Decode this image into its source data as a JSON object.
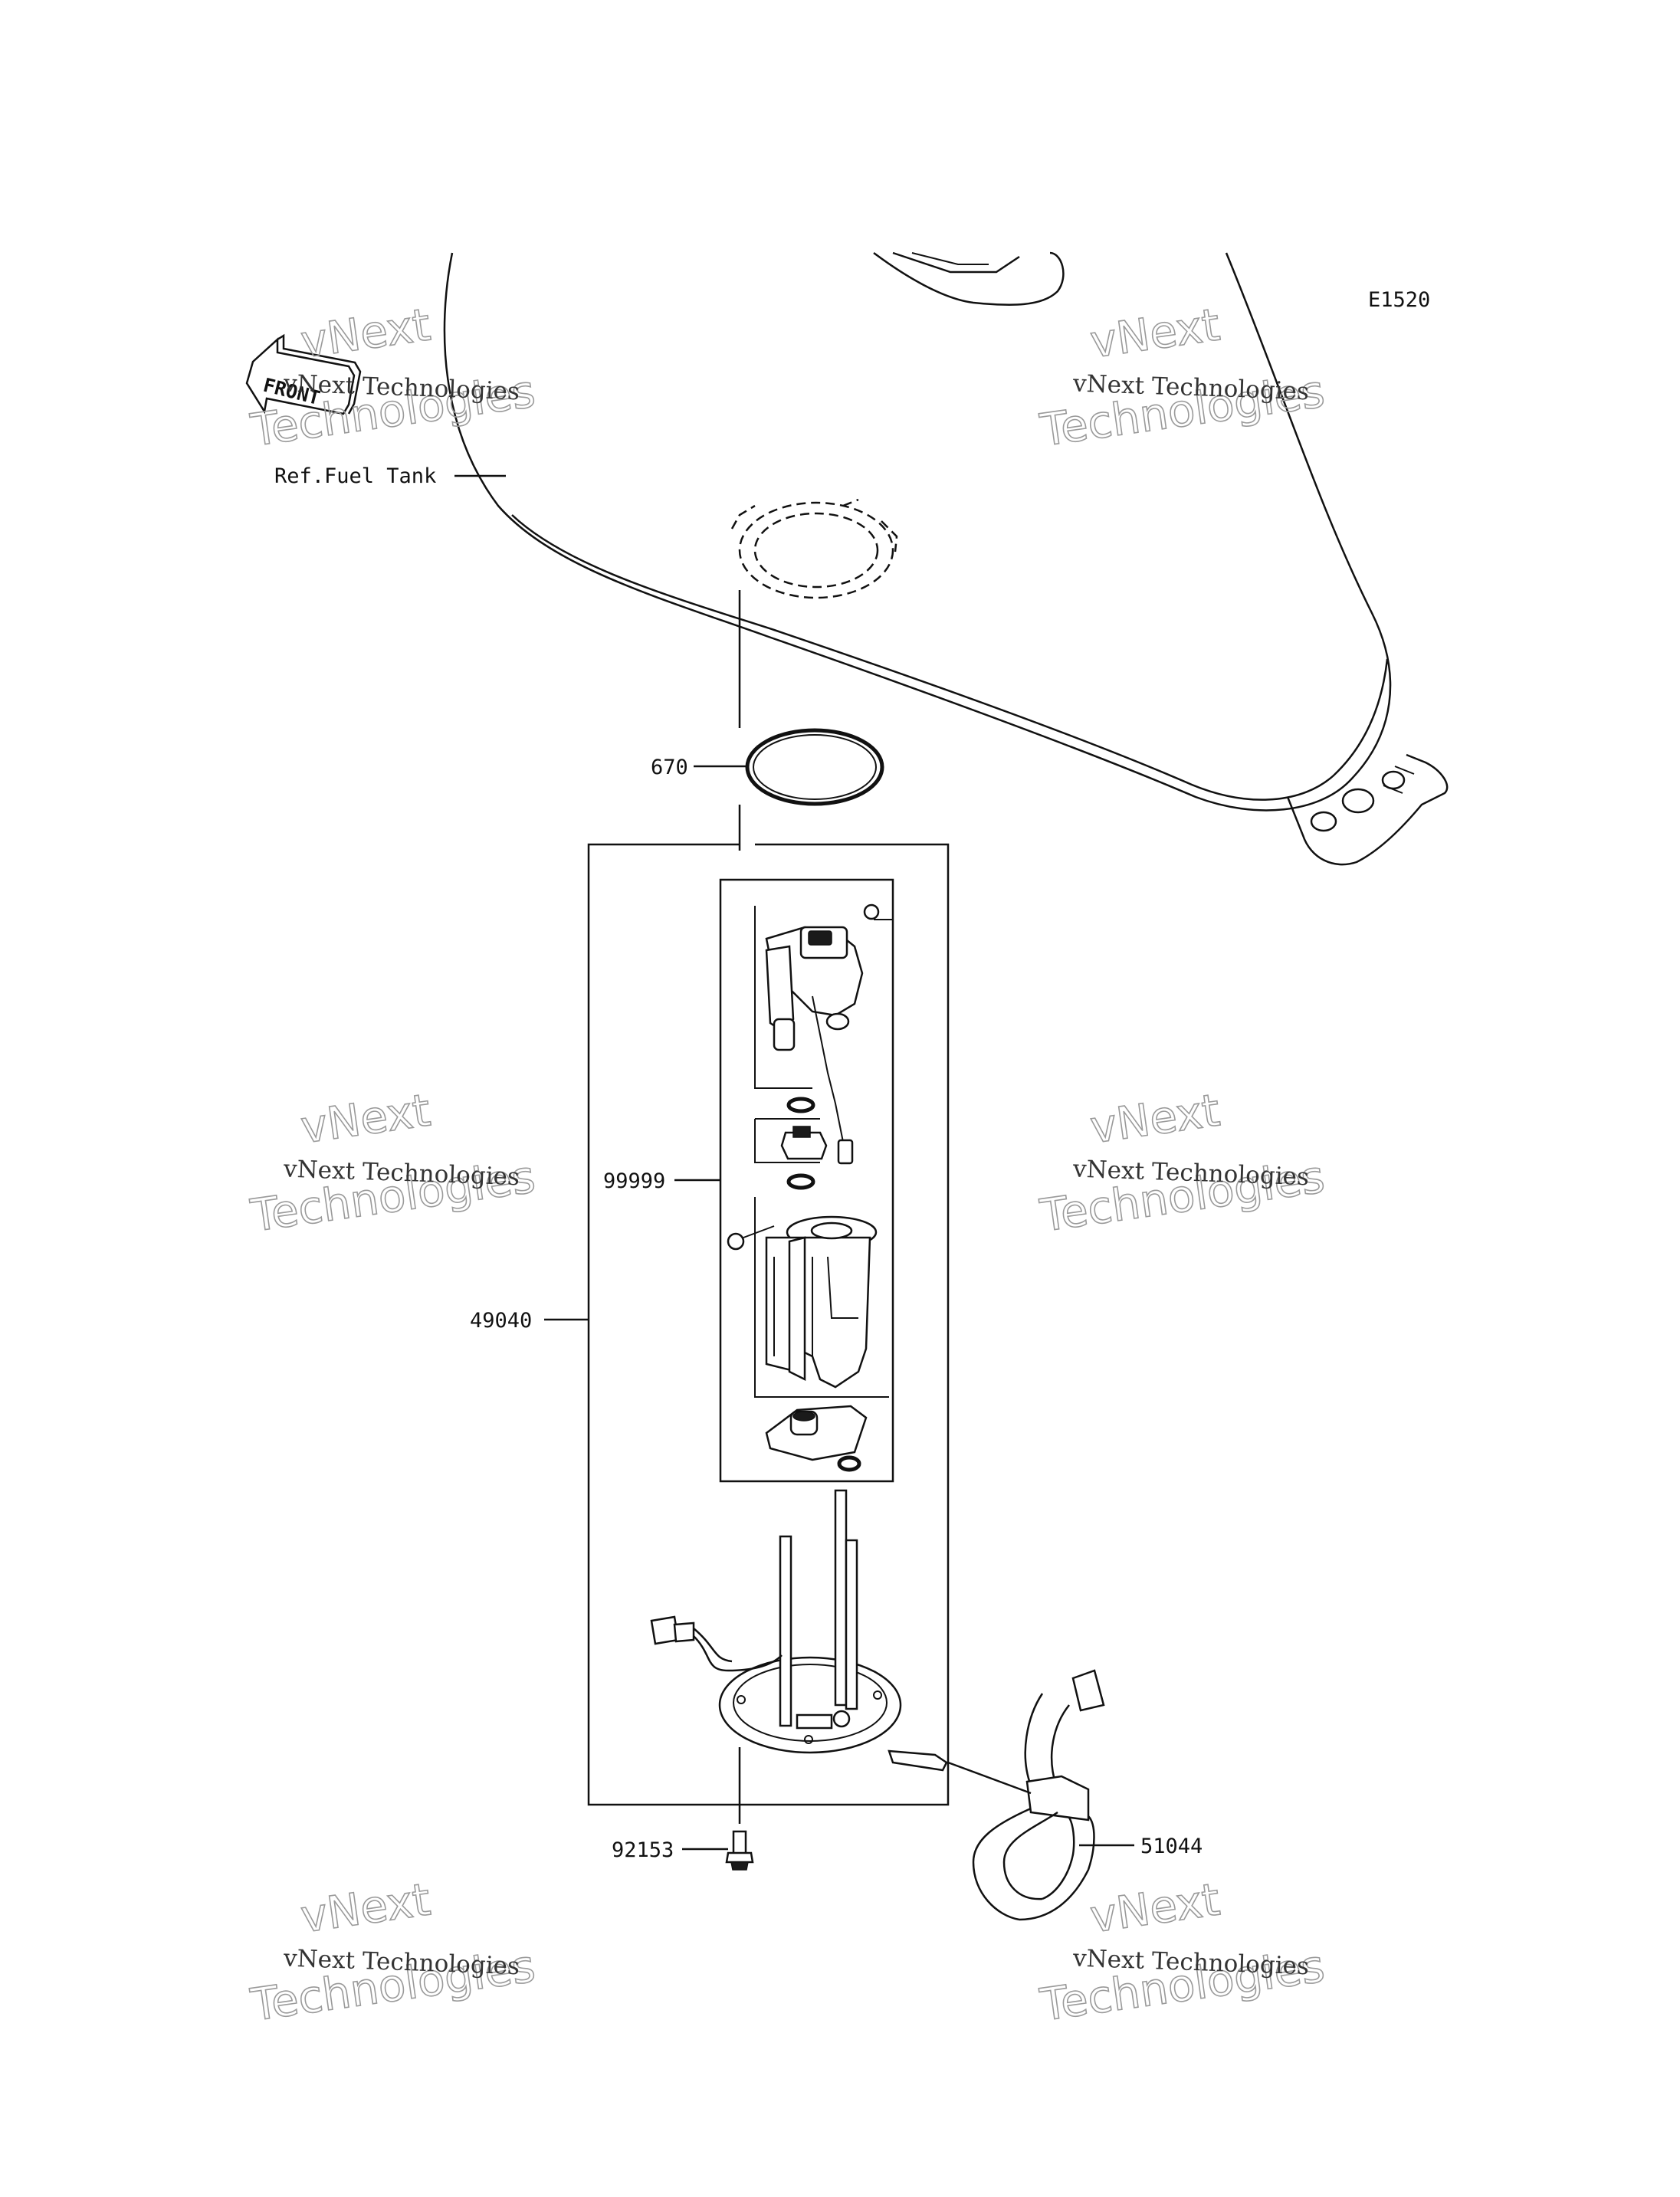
{
  "diagram_code": "E1520",
  "ref_label": "Ref.Fuel Tank",
  "front_label": "FRONT",
  "parts": {
    "oring": "670",
    "subassembly": "99999",
    "pump_assembly": "49040",
    "bolt": "92153",
    "hose": "51044"
  },
  "watermark": {
    "line1": "vNext",
    "line2": "Technologies",
    "small": "vNext Technologies"
  }
}
